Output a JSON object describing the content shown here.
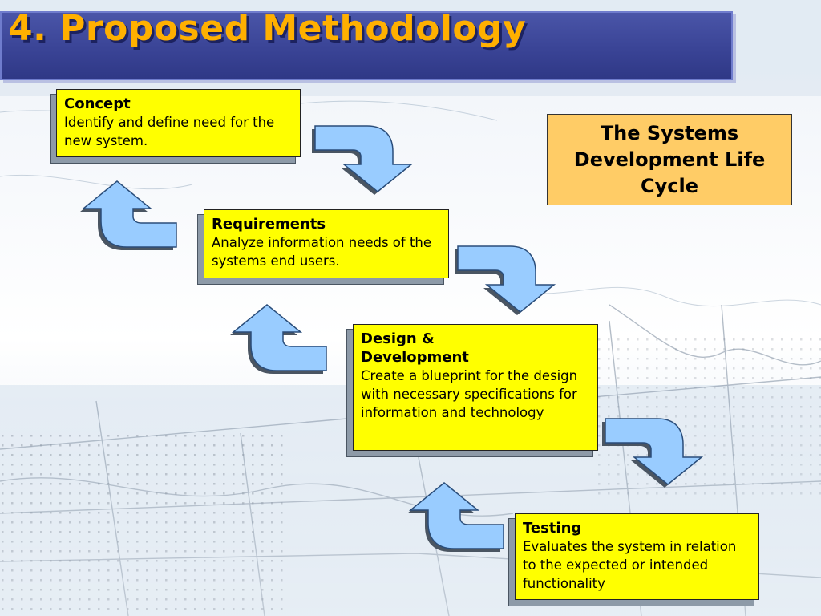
{
  "slide": {
    "title": "4. Proposed Methodology",
    "sdlc_label": "The Systems Development Life Cycle"
  },
  "stages": [
    {
      "title": "Concept",
      "desc": "Identify and define need for the new system."
    },
    {
      "title": "Requirements",
      "desc": "Analyze information needs of the systems end users."
    },
    {
      "title": "Design & Development",
      "desc": "Create a blueprint for the design with necessary specifications for information and technology"
    },
    {
      "title": "Testing",
      "desc": "Evaluates the system in relation to the expected or intended functionality"
    }
  ],
  "colors": {
    "title_bar": "#3a4496",
    "title_text": "#ffb000",
    "stage_box": "#ffff00",
    "sdlc_box": "#ffcc66",
    "arrow_fill": "#99ccff"
  },
  "icons": {
    "forward_arrow": "curved-down-arrow-icon",
    "return_arrow": "curved-up-arrow-icon"
  }
}
